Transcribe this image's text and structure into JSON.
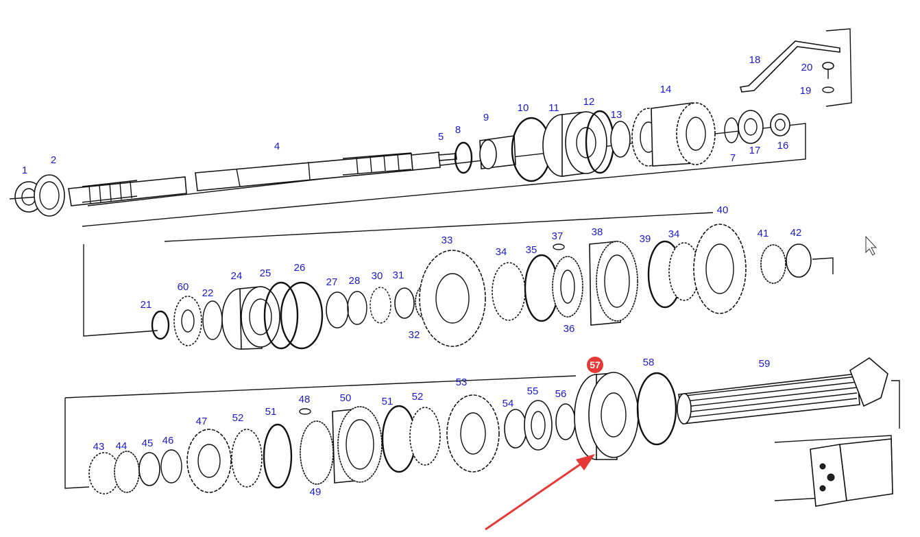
{
  "labels": [
    "1",
    "2",
    "4",
    "5",
    "8",
    "9",
    "10",
    "11",
    "12",
    "13",
    "14",
    "7",
    "17",
    "16",
    "18",
    "20",
    "19",
    "21",
    "60",
    "22",
    "24",
    "25",
    "26",
    "27",
    "28",
    "30",
    "31",
    "32",
    "33",
    "34",
    "35",
    "36",
    "37",
    "38",
    "39",
    "34",
    "40",
    "41",
    "42",
    "43",
    "44",
    "45",
    "46",
    "47",
    "52",
    "51",
    "48",
    "49",
    "50",
    "51",
    "52",
    "53",
    "54",
    "55",
    "56",
    "58",
    "59"
  ],
  "highlight": {
    "label": "57",
    "color": "#e53935"
  },
  "arrow": {
    "color": "#e53935"
  },
  "label_color": "#1a1acc"
}
